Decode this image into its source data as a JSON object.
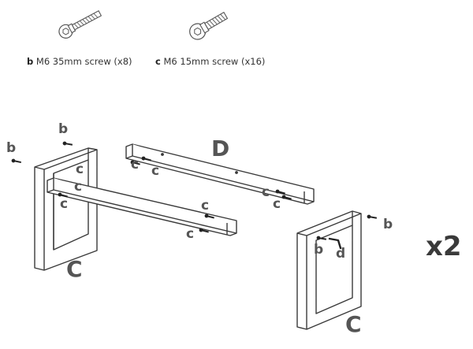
{
  "parts": {
    "screw_b": {
      "letter": "b",
      "desc": "M6 35mm screw (x8)"
    },
    "screw_c": {
      "letter": "c",
      "desc": "M6 15mm screw (x16)"
    }
  },
  "labels": {
    "b": "b",
    "c": "c",
    "d": "d",
    "C": "C",
    "D": "D"
  },
  "multiplier": "x2"
}
